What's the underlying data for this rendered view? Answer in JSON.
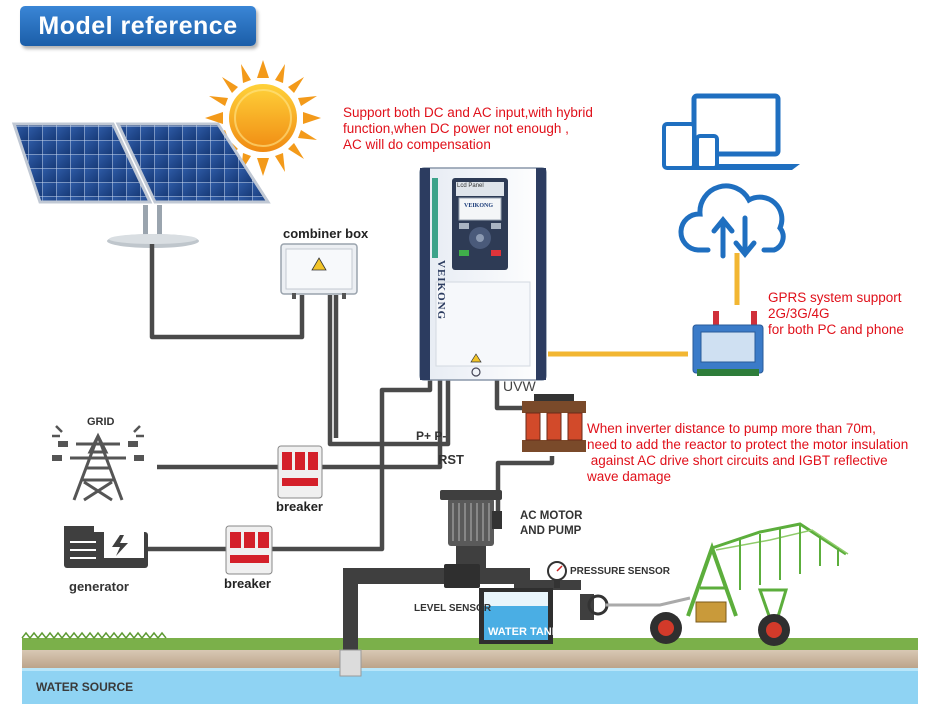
{
  "header": {
    "title": "Model reference"
  },
  "notes": {
    "hybrid": "Support both DC and AC input,with hybrid\nfunction,when DC power not enough ,\nAC will do compensation",
    "gprs": "GPRS system support\n2G/3G/4G\nfor both PC and phone",
    "reactor": "When inverter distance to pump more than 70m,\nneed to add the reactor to protect the motor insulation\n against AC drive short circuits and IGBT reflective\nwave damage"
  },
  "labels": {
    "combiner_box": "combiner box",
    "grid": "GRID",
    "generator": "generator",
    "breaker_top": "breaker",
    "breaker_bottom": "breaker",
    "pp": "P+ P-",
    "rst": "RST",
    "uvw": "UVW",
    "motor_line1": "AC MOTOR",
    "motor_line2": "AND PUMP",
    "pressure_sensor": "PRESSURE SENSOR",
    "level_sensor": "LEVEL SENSOR",
    "water_tank": "WATER TANK",
    "water_source": "WATER SOURCE"
  },
  "inverter": {
    "brand": "VEIKONG",
    "panel_caption": "Lcd Panel",
    "screen_brand": "VEIKONG"
  },
  "colors": {
    "header": "#2a73c4",
    "note_red": "#e0101a",
    "cable": "#4a4a4a",
    "signal": "#f2b632",
    "cloud_blue": "#1f6fc0",
    "water": "#8fd3f3",
    "soil": "#c9b7a2",
    "grass": "#7bb04a"
  }
}
